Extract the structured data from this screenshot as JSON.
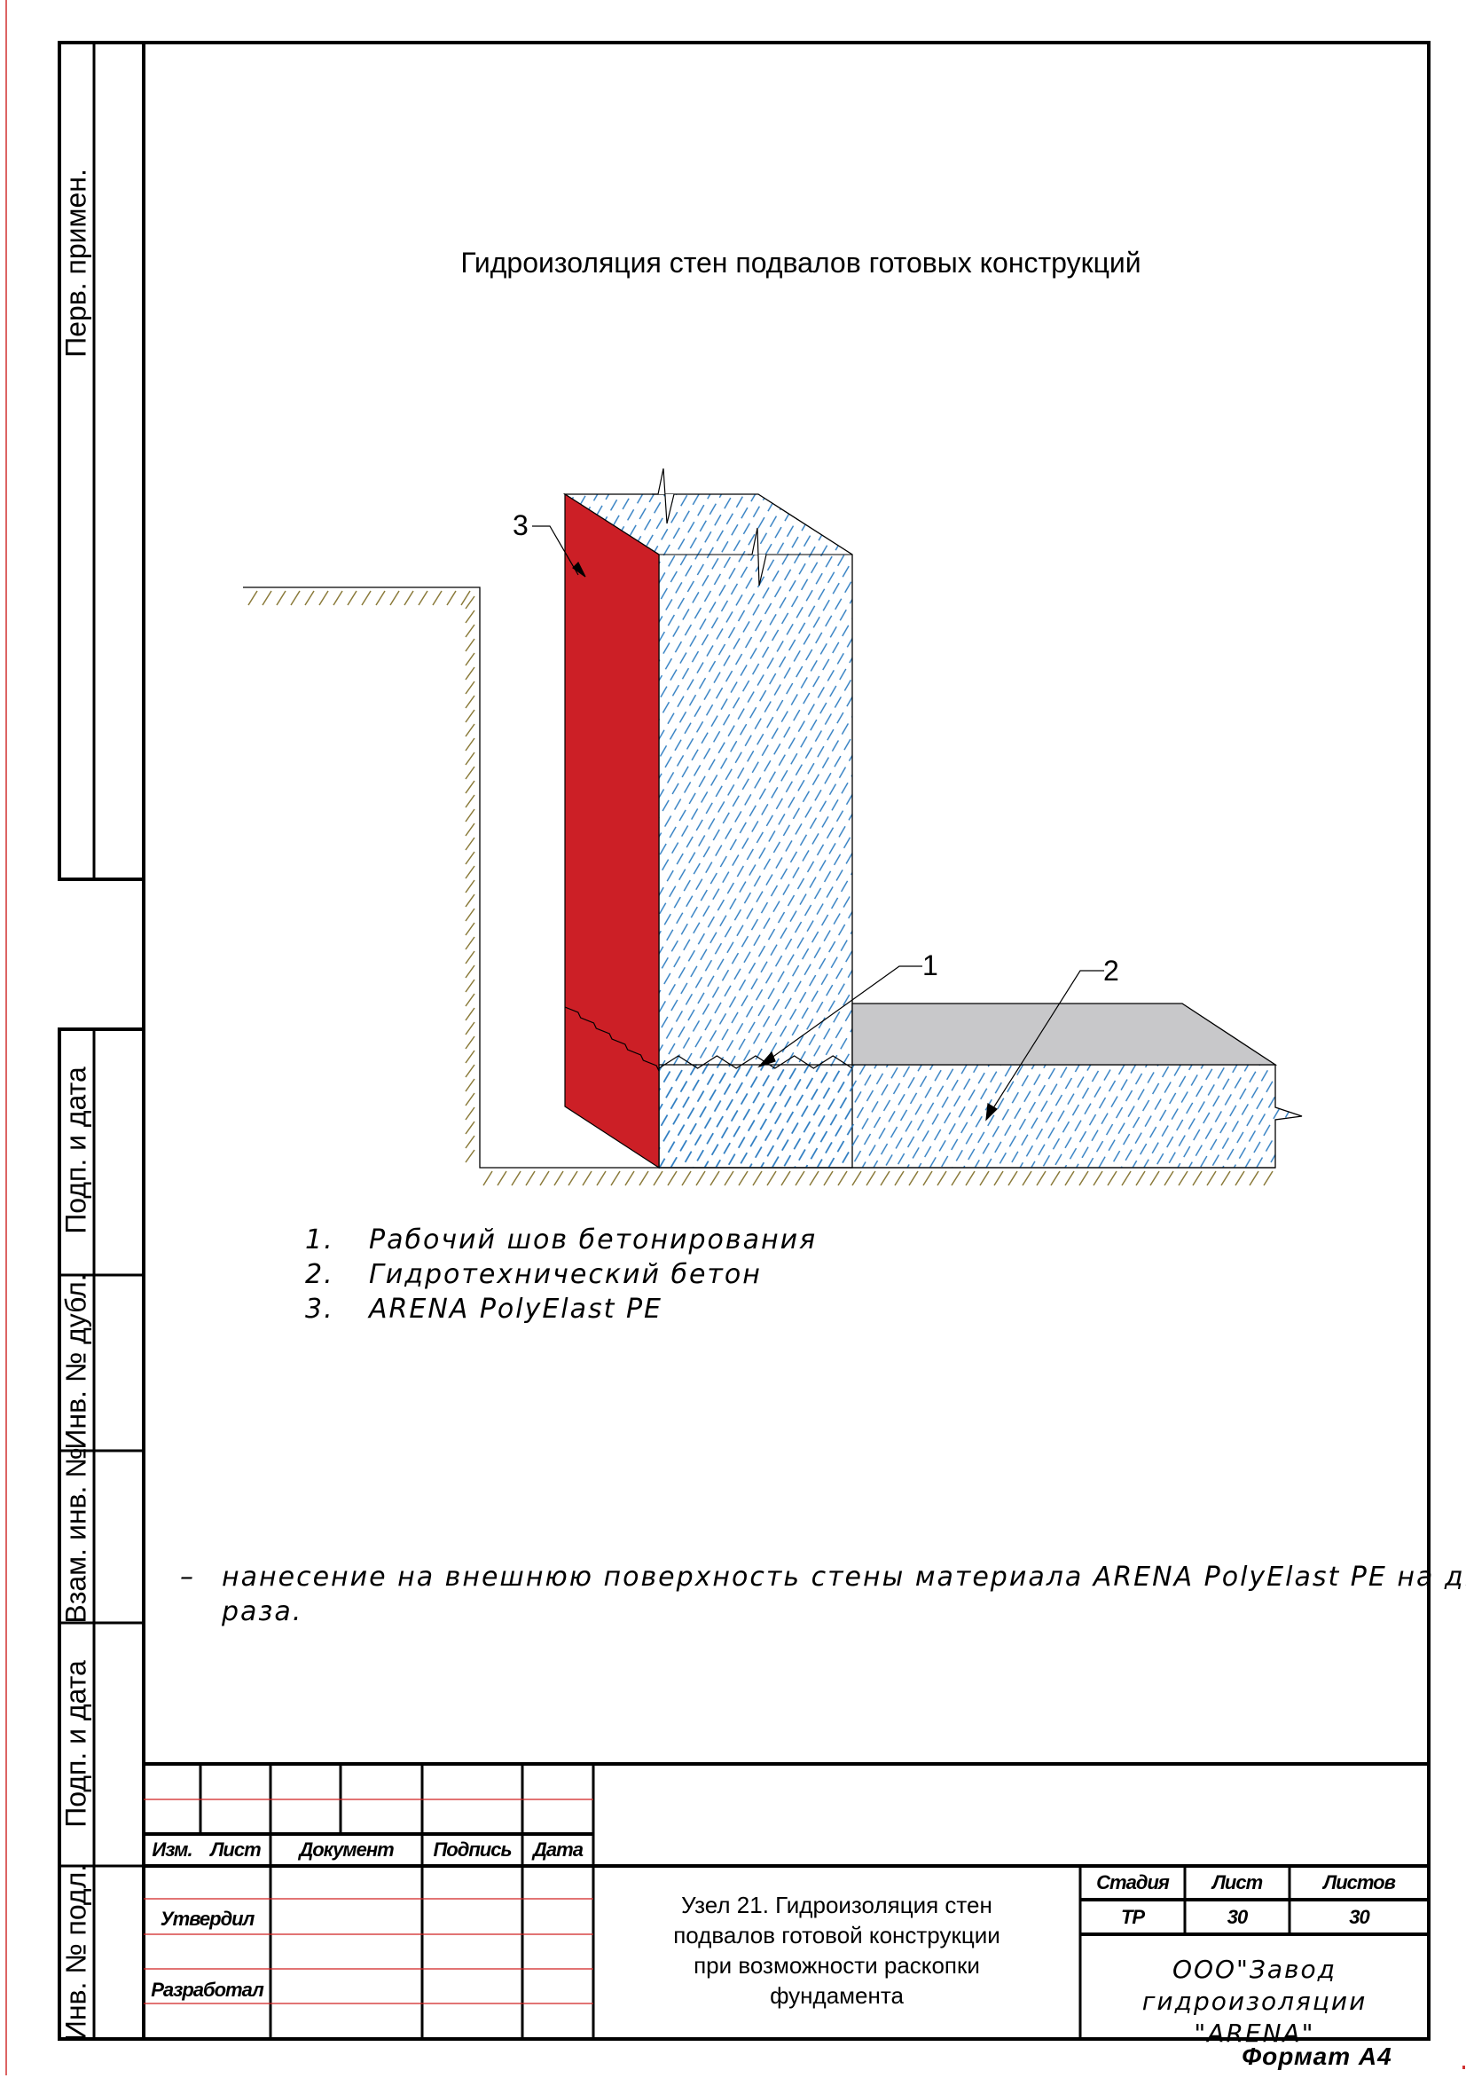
{
  "drawing": {
    "title": "Гидроизоляция стен подвалов готовых конструкций",
    "callouts": [
      "1",
      "2",
      "3"
    ],
    "colors": {
      "membrane": "#cc1f26",
      "concrete_hatch": "#2a7ac0",
      "soil_hatch": "#8a7a3a",
      "floor": "#c8c8ca"
    }
  },
  "legend": [
    {
      "num": "1.",
      "text": "Рабочий шов бетонирования"
    },
    {
      "num": "2.",
      "text": "Гидротехнический бетон"
    },
    {
      "num": "3.",
      "text": "ARENA PolyElast PE"
    }
  ],
  "note": {
    "dash": "–",
    "line1": "нанесение на внешнюю поверхность стены материала ARENA PolyElast PE на два",
    "line2": "раза."
  },
  "side_stamp": [
    "Перв. примен.",
    "Подп. и дата",
    "Инв. № дубл.",
    "Взам. инв. №",
    "Подп. и дата",
    "Инв. № подл."
  ],
  "title_block": {
    "headers": [
      "Изм.",
      "Лист",
      "Документ",
      "Подпись",
      "Дата"
    ],
    "roles": [
      "Утвердил",
      "Разработал"
    ],
    "description": [
      "Узел 21. Гидроизоляция стен",
      "подвалов готовой конструкции",
      "при возможности раскопки",
      "фундамента"
    ],
    "stage_label": "Стадия",
    "sheet_label": "Лист",
    "sheets_label": "Листов",
    "stage": "ТР",
    "sheet": "30",
    "sheets": "30",
    "organization": [
      "ООО\"Завод гидроизоляции",
      "\"ARENA\""
    ],
    "format": "Формат А4"
  }
}
